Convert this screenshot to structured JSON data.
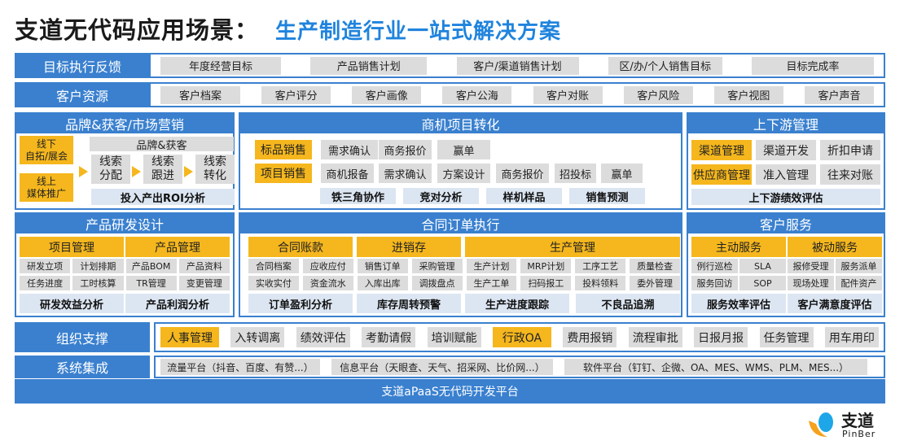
{
  "title": {
    "main": "支道无代码应用场景：",
    "sub": "生产制造行业一站式解决方案"
  },
  "colors": {
    "blue": "#3a80cf",
    "orange": "#f5b71d",
    "gray": "#dcdcdc",
    "light_blue": "#dce6f2"
  },
  "goals": {
    "label": "目标执行反馈",
    "items": [
      "年度经营目标",
      "产品销售计划",
      "客户/渠道销售计划",
      "区/办/个人销售目标",
      "目标完成率"
    ]
  },
  "customer": {
    "label": "客户资源",
    "items": [
      "客户档案",
      "客户评分",
      "客户画像",
      "客户公海",
      "客户对账",
      "客户风险",
      "客户视图",
      "客户声音"
    ]
  },
  "brand": {
    "title": "品牌&获客/市场营销",
    "sources": [
      "线下\n自拓/展会",
      "线上\n媒体推广"
    ],
    "header": "品牌&获客",
    "steps": [
      "线索\n分配",
      "线索\n跟进",
      "线索\n转化"
    ],
    "analysis": "投入产出ROI分析"
  },
  "opportunity": {
    "title": "商机项目转化",
    "rows": [
      {
        "label": "标品销售",
        "steps": [
          "需求确认",
          "商务报价",
          "赢单"
        ]
      },
      {
        "label": "项目销售",
        "steps": [
          "商机报备",
          "需求确认",
          "方案设计",
          "商务报价",
          "招投标",
          "赢单"
        ]
      }
    ],
    "analysis": [
      "铁三角协作",
      "竞对分析",
      "样机样品",
      "销售预测"
    ]
  },
  "updown": {
    "title": "上下游管理",
    "rows": [
      [
        "渠道管理",
        "渠道开发",
        "折扣申请"
      ],
      [
        "供应商管理",
        "准入管理",
        "往来对账"
      ]
    ],
    "analysis": "上下游绩效评估"
  },
  "rnd": {
    "title": "产品研发设计",
    "cols": [
      {
        "header": "项目管理",
        "items": [
          "研发立项",
          "计划排期",
          "任务进度",
          "工时核算"
        ],
        "analysis": "研发效益分析"
      },
      {
        "header": "产品管理",
        "items": [
          "产品BOM",
          "产品资料",
          "TR管理",
          "变更管理"
        ],
        "analysis": "产品利润分析"
      }
    ]
  },
  "order": {
    "title": "合同订单执行",
    "cols": [
      {
        "header": "合同账款",
        "items": [
          "合同档案",
          "应收应付",
          "实收实付",
          "资金流水"
        ],
        "analysis": "订单盈利分析"
      },
      {
        "header": "进销存",
        "items": [
          "销售订单",
          "采购管理",
          "入库出库",
          "调拨盘点"
        ],
        "analysis": "库存周转预警"
      },
      {
        "header": "生产管理",
        "items": [
          "生产计划",
          "MRP计划",
          "工序工艺",
          "质量检查",
          "生产工单",
          "扫码报工",
          "投料领料",
          "委外管理"
        ],
        "analysis": [
          "生产进度跟踪",
          "不良品追溯"
        ]
      }
    ]
  },
  "service": {
    "title": "客户服务",
    "cols": [
      {
        "header": "主动服务",
        "items": [
          "例行巡检",
          "SLA",
          "服务回访",
          "SOP"
        ],
        "analysis": "服务效率评估"
      },
      {
        "header": "被动服务",
        "items": [
          "报修受理",
          "服务派单",
          "现场处理",
          "配件资产"
        ],
        "analysis": "客户满意度评估"
      }
    ]
  },
  "org": {
    "label": "组织支撑",
    "items": [
      {
        "t": "人事管理",
        "hl": true
      },
      {
        "t": "入转调离"
      },
      {
        "t": "绩效评估"
      },
      {
        "t": "考勤请假"
      },
      {
        "t": "培训赋能"
      },
      {
        "t": "行政OA",
        "hl": true
      },
      {
        "t": "费用报销"
      },
      {
        "t": "流程审批"
      },
      {
        "t": "日报月报"
      },
      {
        "t": "任务管理"
      },
      {
        "t": "用车用印"
      }
    ]
  },
  "system": {
    "label": "系统集成",
    "items": [
      "流量平台（抖音、百度、有赞...）",
      "信息平台（天眼查、天气、招采网、比价网...）",
      "软件平台（钉钉、企微、OA、MES、WMS、PLM、MES...）"
    ]
  },
  "platform": "支道aPaaS无代码开发平台",
  "logo": {
    "cn": "支道",
    "en": "PinBer"
  }
}
